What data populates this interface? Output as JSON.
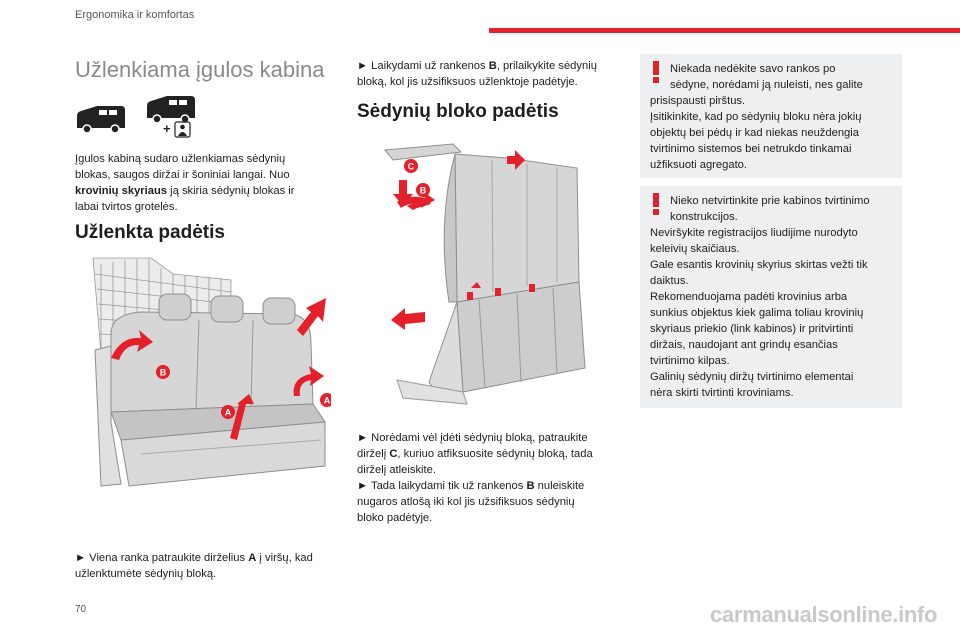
{
  "header": {
    "section_title": "Ergonomika ir komfortas"
  },
  "col1": {
    "title": "Užlenkiama įgulos kabina",
    "intro_1": "Įgulos kabiną sudaro užlenkiamas sėdynių",
    "intro_2": "blokas, saugos diržai ir šoniniai langai. Nuo",
    "intro_3_bold": "krovinių skyriaus",
    "intro_3_rest": " ją skiria sėdynių blokas ir",
    "intro_4": "labai tvirtos grotelės.",
    "subtitle": "Užlenkta padėtis",
    "step_line1_pre": "► Viena ranka patraukite dirželius ",
    "step_line1_bold": "A",
    "step_line1_post": " į viršų, kad",
    "step_line2": "užlenktumėte sėdynių bloką.",
    "figure_labels": {
      "a": "A",
      "b": "B"
    }
  },
  "col2": {
    "step1_line1_pre": "► Laikydami už rankenos ",
    "step1_line1_bold": "B",
    "step1_line1_post": ", prilaikykite sėdynių",
    "step1_line2": "bloką, kol jis užsifiksuos užlenktoje padėtyje.",
    "subtitle": "Sėdynių bloko padėtis",
    "figure_labels": {
      "b": "B",
      "c": "C"
    },
    "step2_line1": "► Norėdami vėl įdėti sėdynių bloką, patraukite",
    "step2_line2_pre": "dirželį ",
    "step2_line2_bold": "C",
    "step2_line2_post": ", kuriuo atfiksuosite sėdynių bloką, tada",
    "step2_line3": "dirželį atleiskite.",
    "step3_line1_pre": "► Tada laikydami tik už rankenos ",
    "step3_line1_bold": "B",
    "step3_line1_post": " nuleiskite",
    "step3_line2": "nugaros atlošą iki kol jis užsifiksuos sėdynių",
    "step3_line3": "bloko padėtyje."
  },
  "col3": {
    "warning1": {
      "lines": [
        "Niekada nedėkite savo rankos po",
        "sėdyne, norėdami ją nuleisti, nes galite",
        "prisispausti pirštus.",
        "Įsitikinkite, kad po sėdynių bloku nėra jokių",
        "objektų bei pėdų ir kad niekas neuždengia",
        "tvirtinimo sistemos bei netrukdo tinkamai",
        "užfiksuoti agregato."
      ]
    },
    "warning2": {
      "lines": [
        "Nieko netvirtinkite prie kabinos tvirtinimo",
        "konstrukcijos.",
        "Neviršykite registracijos liudijime nurodyto",
        "keleivių skaičiaus.",
        "Gale esantis krovinių skyrius skirtas vežti tik",
        "daiktus.",
        "Rekomenduojama padėti krovinius arba",
        "sunkius objektus kiek galima toliau krovinių",
        "skyriaus priekio (link kabinos) ir pritvirtinti",
        "diržais, naudojant ant grindų esančias",
        "tvirtinimo kilpas.",
        "Galinių sėdynių diržų tvirtinimo elementai",
        "nėra skirti tvirtinti kroviniams."
      ]
    }
  },
  "footer": {
    "page_number": "70",
    "watermark": "carmanualsonline.info"
  },
  "colors": {
    "accent_red": "#e4202a",
    "box_bg": "#eeeff1",
    "title_grey": "#8a8a8a"
  }
}
